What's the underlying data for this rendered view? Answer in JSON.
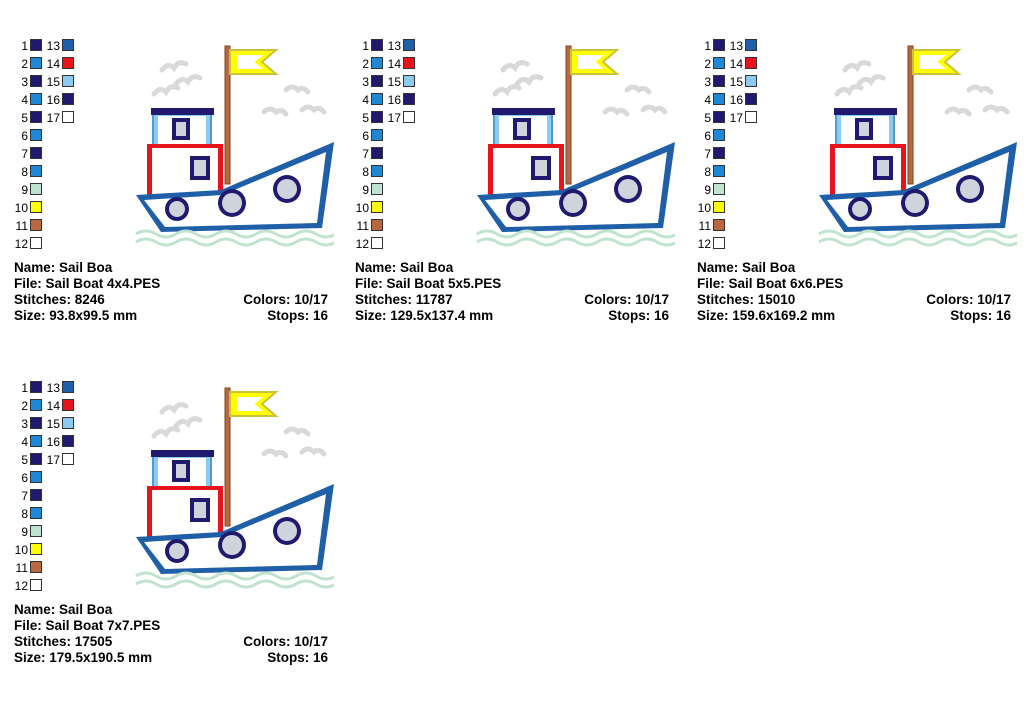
{
  "palette": {
    "left": [
      {
        "n": "1",
        "color": "#1f1a6e"
      },
      {
        "n": "2",
        "color": "#1e88d6"
      },
      {
        "n": "3",
        "color": "#1f1a6e"
      },
      {
        "n": "4",
        "color": "#1e88d6"
      },
      {
        "n": "5",
        "color": "#1f1a6e"
      },
      {
        "n": "6",
        "color": "#1e88d6"
      },
      {
        "n": "7",
        "color": "#1f1a6e"
      },
      {
        "n": "8",
        "color": "#1e88d6"
      },
      {
        "n": "9",
        "color": "#bfe3cf"
      },
      {
        "n": "10",
        "color": "#ffff00"
      },
      {
        "n": "11",
        "color": "#b86a3e"
      },
      {
        "n": "12",
        "color": "#ffffff"
      }
    ],
    "right": [
      {
        "n": "13",
        "color": "#1f5fa8"
      },
      {
        "n": "14",
        "color": "#e8141c"
      },
      {
        "n": "15",
        "color": "#8ccaf0"
      },
      {
        "n": "16",
        "color": "#1f1a6e"
      },
      {
        "n": "17",
        "color": "#ffffff"
      }
    ]
  },
  "designs": [
    {
      "name_label": "Name:",
      "name": "Sail Boa",
      "file_label": "File:",
      "file": "Sail Boat 4x4.PES",
      "stitches_label": "Stitches:",
      "stitches": "8246",
      "colors_label": "Colors:",
      "colors": "10/17",
      "size_label": "Size:",
      "size": "93.8x99.5 mm",
      "stops_label": "Stops:",
      "stops": "16"
    },
    {
      "name_label": "Name:",
      "name": "Sail Boa",
      "file_label": "File:",
      "file": "Sail Boat 5x5.PES",
      "stitches_label": "Stitches:",
      "stitches": "11787",
      "colors_label": "Colors:",
      "colors": "10/17",
      "size_label": "Size:",
      "size": "129.5x137.4 mm",
      "stops_label": "Stops:",
      "stops": "16"
    },
    {
      "name_label": "Name:",
      "name": "Sail Boa",
      "file_label": "File:",
      "file": "Sail Boat 6x6.PES",
      "stitches_label": "Stitches:",
      "stitches": "15010",
      "colors_label": "Colors:",
      "colors": "10/17",
      "size_label": "Size:",
      "size": "159.6x169.2 mm",
      "stops_label": "Stops:",
      "stops": "16"
    },
    {
      "name_label": "Name:",
      "name": "Sail Boa",
      "file_label": "File:",
      "file": "Sail Boat 7x7.PES",
      "stitches_label": "Stitches:",
      "stitches": "17505",
      "colors_label": "Colors:",
      "colors": "10/17",
      "size_label": "Size:",
      "size": "179.5x190.5 mm",
      "stops_label": "Stops:",
      "stops": "16"
    }
  ],
  "art_colors": {
    "hull": "#1f5fa8",
    "cabin_lower": "#e8141c",
    "cabin_upper": "#8ccaf0",
    "roof": "#1f1a6e",
    "window": "#1f1a6e",
    "porthole_fill": "#cfd3dc",
    "mast": "#b86a3e",
    "flag": "#ffff00",
    "waves": "#bfe3cf",
    "gulls": "#d9d9d9"
  }
}
